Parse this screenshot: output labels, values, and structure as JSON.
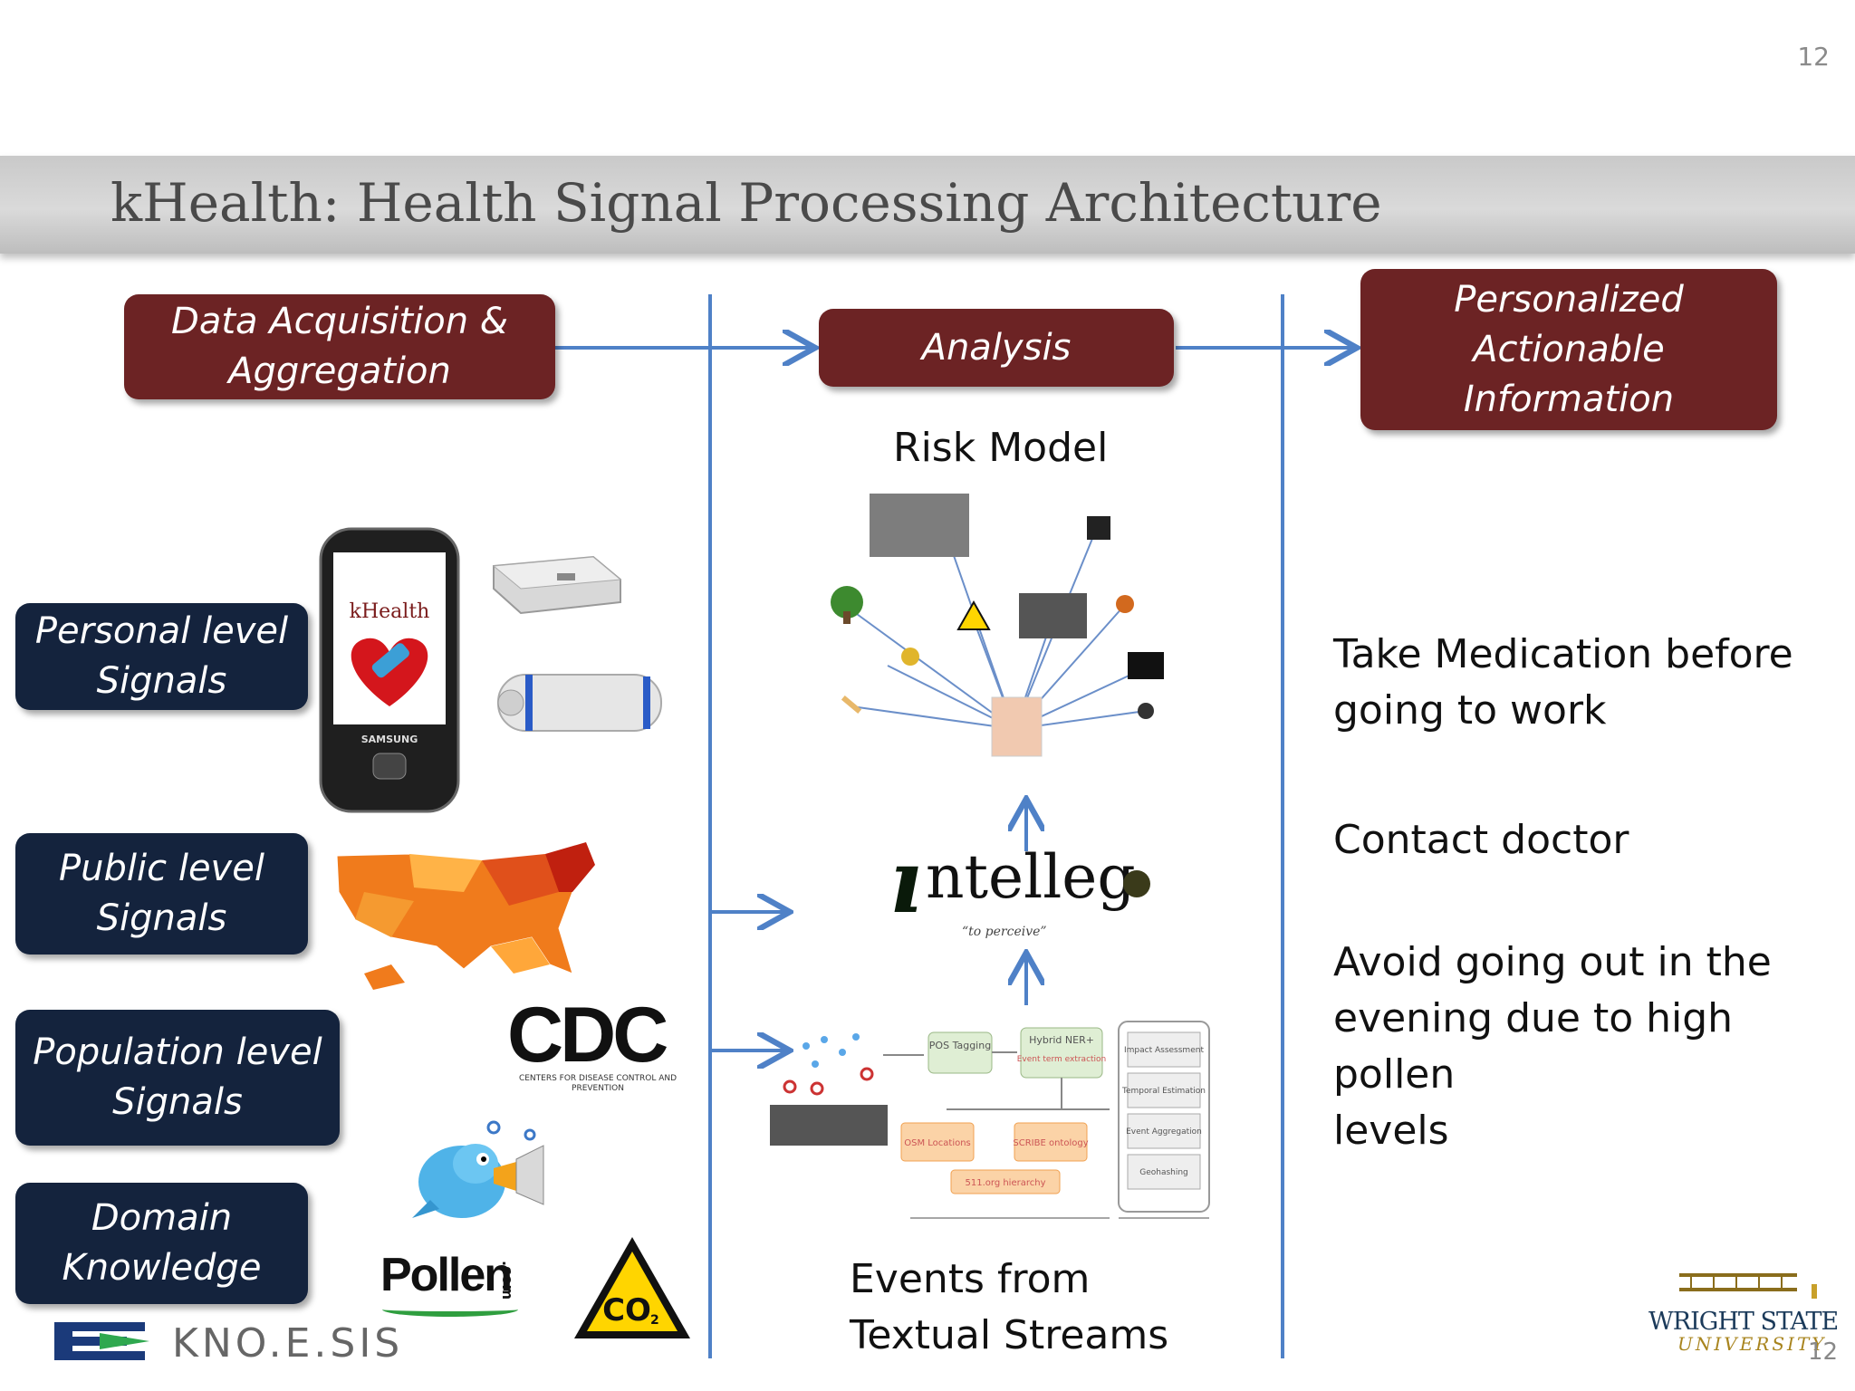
{
  "page_number": "12",
  "title": "kHealth: Health Signal Processing Architecture",
  "stages": {
    "acquisition": "Data Acquisition &\nAggregation",
    "analysis": "Analysis",
    "actionable": "Personalized\nActionable\nInformation"
  },
  "signals": [
    "Personal level\nSignals",
    "Public level\nSignals",
    "Population level\nSignals",
    "Domain\nKnowledge"
  ],
  "analysis_labels": {
    "risk_model": "Risk Model",
    "events": "Events from\nTextual Streams"
  },
  "actions": [
    "Take Medication before\ngoing to work",
    "Contact doctor",
    "Avoid going out in the\nevening due to high pollen\nlevels"
  ],
  "images": {
    "phone_brand": "kHealth",
    "phone_maker": "SAMSUNG",
    "cdc_logo": "CDC",
    "cdc_subtitle": "CENTERS FOR DISEASE CONTROL AND PREVENTION",
    "pollen_logo": "Pollen",
    "pollen_suffix": ".com",
    "co2_sign": "CO",
    "co2_sub": "2",
    "intellego_logo": "ntelleg",
    "intellego_tagline": "“to perceive”",
    "knoesis_logo": "KNO.E.SIS",
    "university_logo_line1": "WRIGHT STATE",
    "university_logo_line2": "UNIVERSITY"
  },
  "pipeline": {
    "pos_tagging": "POS Tagging",
    "ner": "Hybrid NER+",
    "ner_sub": "Event term extraction",
    "impact": "Impact Assessment",
    "temporal": "Temporal Estimation",
    "event_agg": "Event Aggregation",
    "geohashing": "Geohashing",
    "osm": "OSM Locations",
    "scribe": "SCRIBE ontology",
    "hierarchy": "511.org hierarchy"
  },
  "footer_page_number": "12",
  "colors": {
    "stage_box": "#6c2324",
    "signal_box": "#14233d",
    "arrows": "#4f81c7"
  }
}
